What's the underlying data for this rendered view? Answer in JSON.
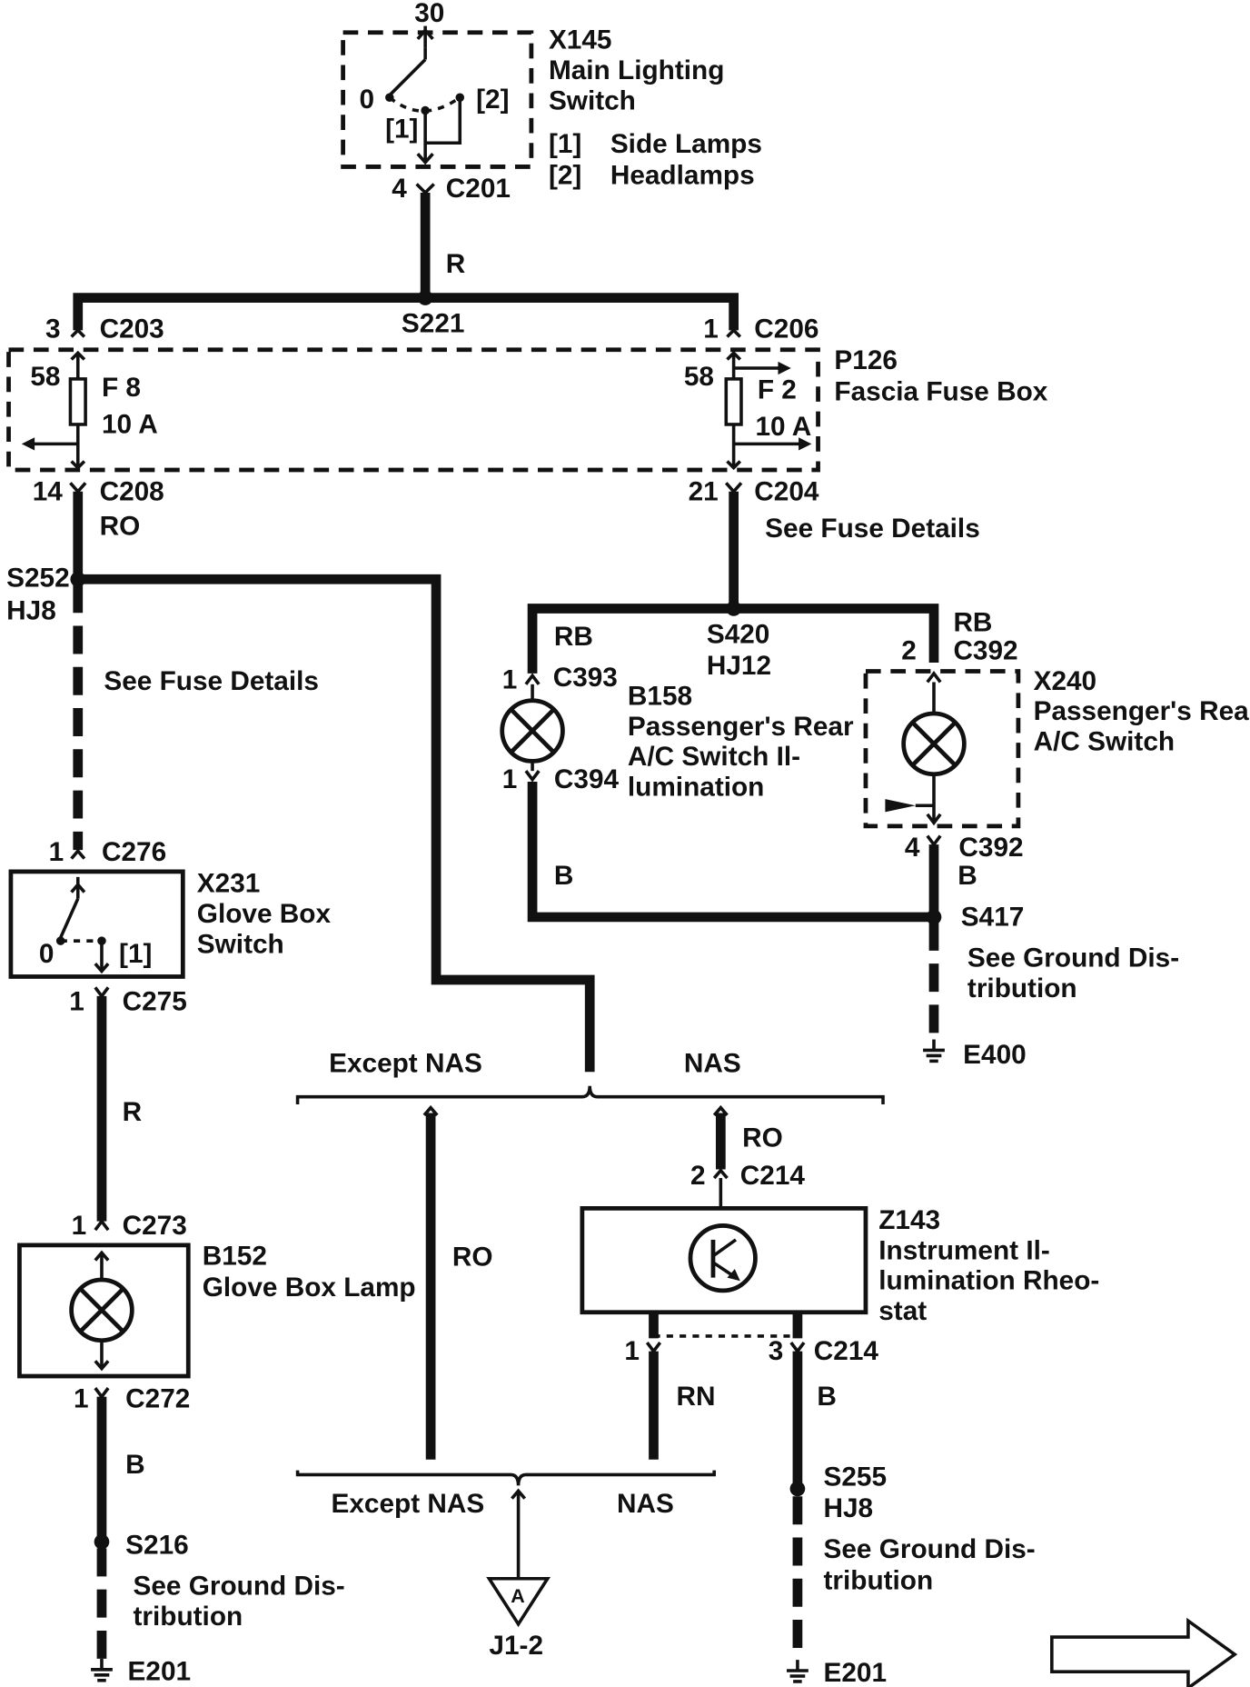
{
  "components": {
    "main_switch": {
      "id": "X145",
      "name_l1": "Main Lighting",
      "name_l2": "Switch",
      "pin_top": "30",
      "pos0": "0",
      "pos1": "[1]",
      "pos2": "[2]",
      "legend1_key": "[1]",
      "legend1_val": "Side Lamps",
      "legend2_key": "[2]",
      "legend2_val": "Headlamps",
      "conn_pin": "4",
      "conn": "C201"
    },
    "fuse_box": {
      "id": "P126",
      "name": "Fascia Fuse Box",
      "fuse1_pin": "58",
      "fuse1_name": "F 8",
      "fuse1_rating": "10 A",
      "fuse2_pin": "58",
      "fuse2_name": "F 2",
      "fuse2_rating": "10 A",
      "in1_pin": "3",
      "in1_conn": "C203",
      "in2_pin": "1",
      "in2_conn": "C206",
      "out1_pin": "14",
      "out1_conn": "C208",
      "out2_pin": "21",
      "out2_conn": "C204"
    },
    "lamp_b158": {
      "id": "B158",
      "name_l1": "Passenger's Rear",
      "name_l2": "A/C Switch Il-",
      "name_l3": "lumination",
      "top_pin": "1",
      "top_conn": "C393",
      "bot_pin": "1",
      "bot_conn": "C394"
    },
    "switch_x240": {
      "id": "X240",
      "name_l1": "Passenger's Rear",
      "name_l2": "A/C Switch",
      "top_pin": "2",
      "top_conn": "C392",
      "bot_pin": "4",
      "bot_conn": "C392"
    },
    "glove_switch": {
      "id": "X231",
      "name_l1": "Glove Box",
      "name_l2": "Switch",
      "pos0": "0",
      "pos1": "[1]",
      "top_pin": "1",
      "top_conn": "C276",
      "bot_pin": "1",
      "bot_conn": "C275"
    },
    "glove_lamp": {
      "id": "B152",
      "name": "Glove Box Lamp",
      "top_pin": "1",
      "top_conn": "C273",
      "bot_pin": "1",
      "bot_conn": "C272"
    },
    "rheostat": {
      "id": "Z143",
      "name_l1": "Instrument Il-",
      "name_l2": "lumination Rheo-",
      "name_l3": "stat",
      "top_pin": "2",
      "top_conn": "C214",
      "pin1": "1",
      "pin3": "3",
      "bot_conn": "C214"
    }
  },
  "splices": {
    "s221": "S221",
    "s252": "S252",
    "s252_loc": "HJ8",
    "s420": "S420",
    "s420_loc": "HJ12",
    "s417": "S417",
    "s216": "S216",
    "s255": "S255",
    "s255_loc": "HJ8"
  },
  "wires": {
    "r_main": "R",
    "ro_left": "RO",
    "rb_left": "RB",
    "rb_right": "RB",
    "b_right": "B",
    "b_s417": "B",
    "r_glove": "R",
    "ro_except": "RO",
    "ro_nas": "RO",
    "rn": "RN",
    "b_rheo": "B",
    "b_glove": "B"
  },
  "notes": {
    "fuse_details_right": "See Fuse Details",
    "fuse_details_left": "See Fuse Details",
    "ground_s417_l1": "See Ground Dis-",
    "ground_s417_l2": "tribution",
    "ground_s216_l1": "See Ground Dis-",
    "ground_s216_l2": "tribution",
    "ground_s255_l1": "See Ground Dis-",
    "ground_s255_l2": "tribution"
  },
  "branches": {
    "upper_except": "Except NAS",
    "upper_nas": "NAS",
    "lower_except": "Except NAS",
    "lower_nas": "NAS"
  },
  "grounds": {
    "e400": "E400",
    "e201_left": "E201",
    "e201_right": "E201"
  },
  "connector_ref": {
    "marker": "A",
    "label": "J1-2"
  }
}
